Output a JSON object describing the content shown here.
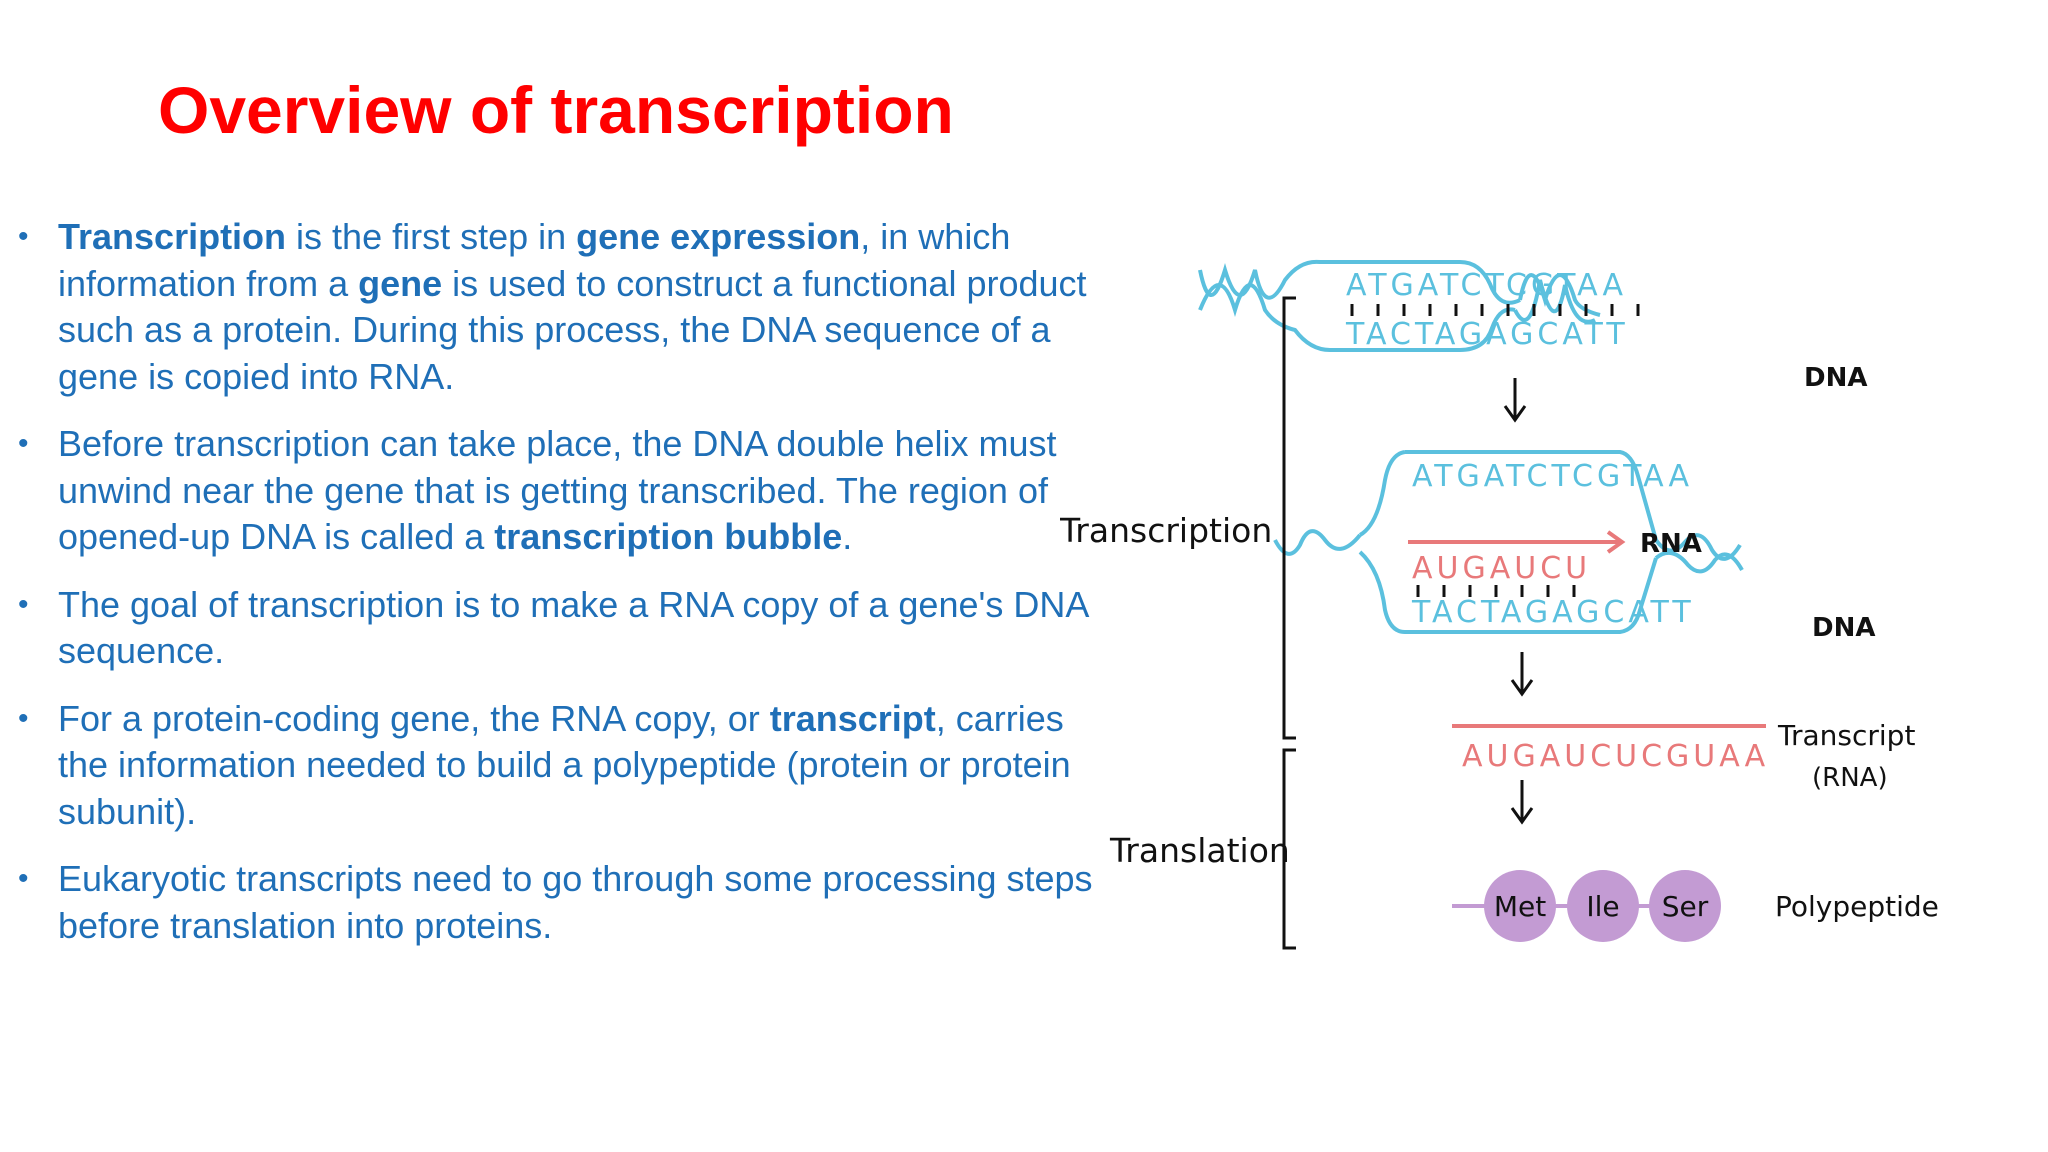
{
  "title": "Overview of transcription",
  "bullets": [
    {
      "segments": [
        {
          "text": "Transcription",
          "bold": true
        },
        {
          "text": " is the first step in ",
          "bold": false
        },
        {
          "text": "gene expression",
          "bold": true
        },
        {
          "text": ", in which information from a ",
          "bold": false
        },
        {
          "text": "gene",
          "bold": true
        },
        {
          "text": " is used to construct a functional product such as a protein. During this process, the DNA sequence of a gene is copied into RNA.",
          "bold": false
        }
      ]
    },
    {
      "segments": [
        {
          "text": "Before transcription can take place, the DNA double helix must unwind near the gene that is getting transcribed. The region of opened-up DNA is called a ",
          "bold": false
        },
        {
          "text": "transcription bubble",
          "bold": true
        },
        {
          "text": ".",
          "bold": false
        }
      ]
    },
    {
      "segments": [
        {
          "text": "The goal of transcription is to make a RNA copy of a gene's DNA sequence.",
          "bold": false
        }
      ]
    },
    {
      "segments": [
        {
          "text": "For a protein-coding gene, the RNA copy, or ",
          "bold": false
        },
        {
          "text": "transcript",
          "bold": true
        },
        {
          "text": ", carries the information needed to build a polypeptide (protein or protein subunit).",
          "bold": false
        }
      ]
    },
    {
      "segments": [
        {
          "text": "Eukaryotic transcripts need to go through some processing steps before translation into proteins.",
          "bold": false
        }
      ]
    }
  ],
  "diagram": {
    "dna_top_strand": "ATGATCTCGTAA",
    "dna_bottom_strand": "TACTAGAGCATT",
    "rna_partial": "AUGAUCU",
    "transcript": "AUGAUCUCGUAA",
    "label_dna": "DNA",
    "label_rna": "RNA",
    "label_transcription": "Transcription",
    "label_translation": "Translation",
    "label_transcript": "Transcript",
    "label_transcript_sub": "(RNA)",
    "label_polypeptide": "Polypeptide",
    "amino_acids": [
      "Met",
      "Ile",
      "Ser"
    ],
    "colors": {
      "dna": "#5bc0de",
      "rna": "#e8797a",
      "amino_acid": "#c39bd3",
      "bullet_text": "#1f6fb7",
      "title": "#ff0000"
    }
  }
}
